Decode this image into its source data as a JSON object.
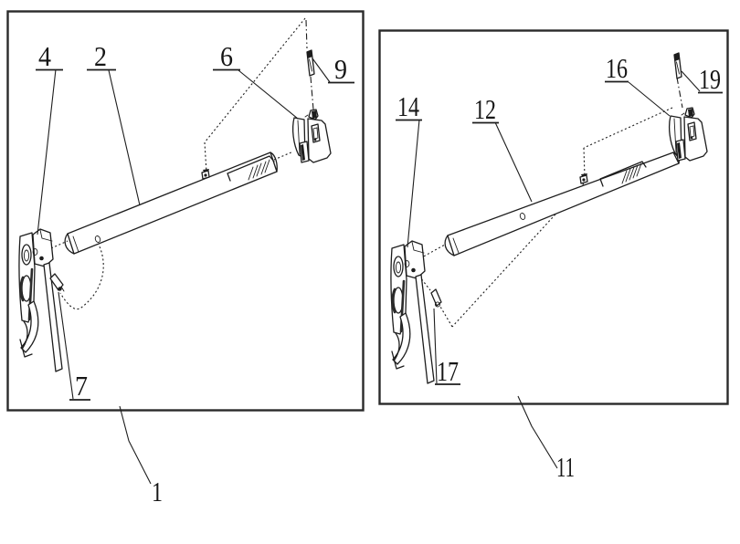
{
  "figure": {
    "colors": {
      "background": "#ffffff",
      "line": "#1d1d1d"
    },
    "panels": [
      {
        "panel_ref": "1",
        "callouts": {
          "fork": "4",
          "rod": "2",
          "block": "6",
          "pin_upper": "9",
          "pin_lower": "7"
        }
      },
      {
        "panel_ref": "11",
        "callouts": {
          "fork": "14",
          "rod": "12",
          "block": "16",
          "pin_upper": "19",
          "pin_lower": "17"
        }
      }
    ]
  }
}
